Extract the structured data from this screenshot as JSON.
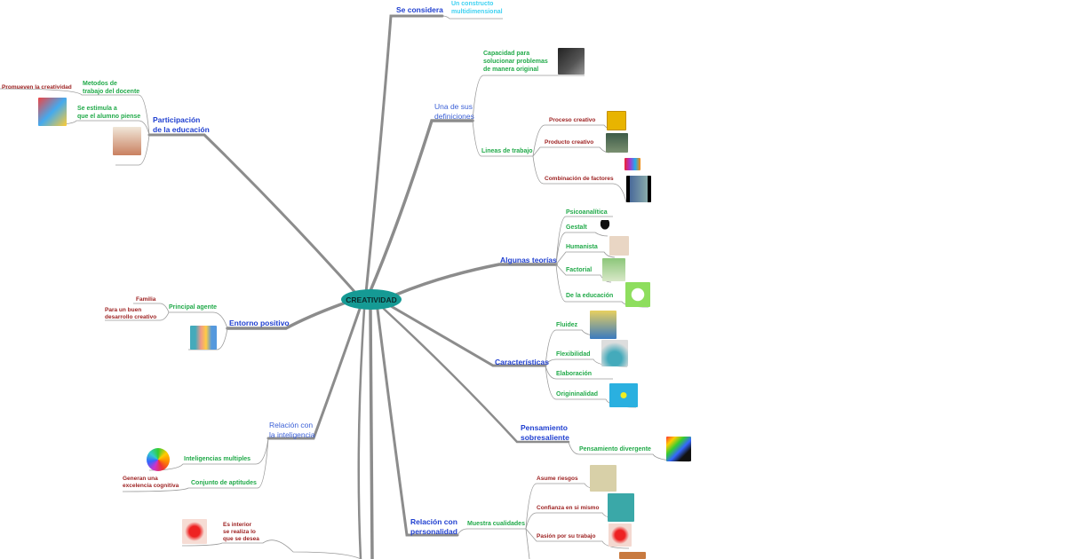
{
  "center": "CREATIVIDAD",
  "branches": {
    "se_considera": {
      "label": "Se considera",
      "child": "Un constructo\nmultidimensional"
    },
    "definiciones": {
      "label": "Una de sus\ndefiniciones",
      "capacidad": "Capacidad para\nsolucionar problemas\nde manera original",
      "lineas": "Lineas de trabajo",
      "proceso": "Proceso creativo",
      "producto": "Producto creativo",
      "combinacion": "Combinación de factores"
    },
    "teorias": {
      "label": "Algunas teorías",
      "items": [
        "Psicoanalítica",
        "Gestalt",
        "Humanista",
        "Factorial",
        "De la educación"
      ]
    },
    "caracteristicas": {
      "label": "Características",
      "items": [
        "Fluidez",
        "Flexibilidad",
        "Elaboración",
        "Origininalidad"
      ]
    },
    "pensamiento": {
      "label": "Pensamiento\nsobresaliente",
      "child": "Pensamiento divergente"
    },
    "personalidad": {
      "label": "Relación con\npersonalidad",
      "child": "Muestra cualidades",
      "items": [
        "Asume riesgos",
        "Confianza en si mismo",
        "Pasión por su trabajo"
      ]
    },
    "participacion": {
      "label": "Participación\nde la educación",
      "metodos": "Metodos de\ntrabajo del docente",
      "promueven": "Promueven la creatividad",
      "estimula": "Se estimula a\nque el alumno piense"
    },
    "entorno": {
      "label": "Entorno positivo",
      "agente": "Principal agente",
      "familia": "Familia",
      "para": "Para un buen\ndesarrollo creativo"
    },
    "inteligencia": {
      "label": "Relación con\nla inteligencia",
      "multiples": "Inteligencias multiples",
      "aptitudes": "Conjunto de aptitudes",
      "generan": "Generan una\nexcelencia cognitiva"
    },
    "interior": {
      "label": "Es interior\nse realiza lo\nque se desea"
    }
  },
  "colors": {
    "center": "#159a94",
    "level1": "#1f3fd0",
    "level2": "#22aa4a",
    "level3": "#9c1f1f",
    "link": "#8a8a8a"
  }
}
